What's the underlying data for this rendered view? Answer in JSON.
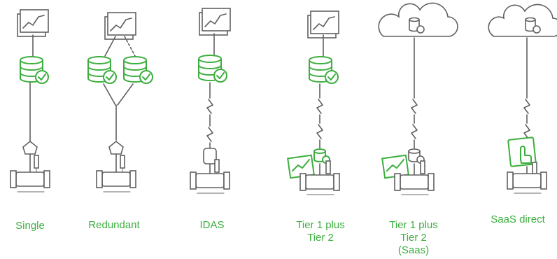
{
  "architectures": [
    {
      "label": "Single"
    },
    {
      "label": "Redundant"
    },
    {
      "label": "IDAS"
    },
    {
      "label_lines": [
        "Tier 1 plus",
        "Tier 2"
      ]
    },
    {
      "label_lines": [
        "Tier 1 plus",
        "Tier 2",
        "(Saas)"
      ]
    },
    {
      "label": "SaaS direct"
    }
  ],
  "colors": {
    "accent": "#3dae3f",
    "line": "#606060"
  },
  "icons": [
    "trend-monitor-icon",
    "database-check-icon",
    "cloud-database-icon",
    "valve-actuator-icon",
    "wireless-link-icon",
    "tablet-touch-icon",
    "edge-device-icon"
  ]
}
